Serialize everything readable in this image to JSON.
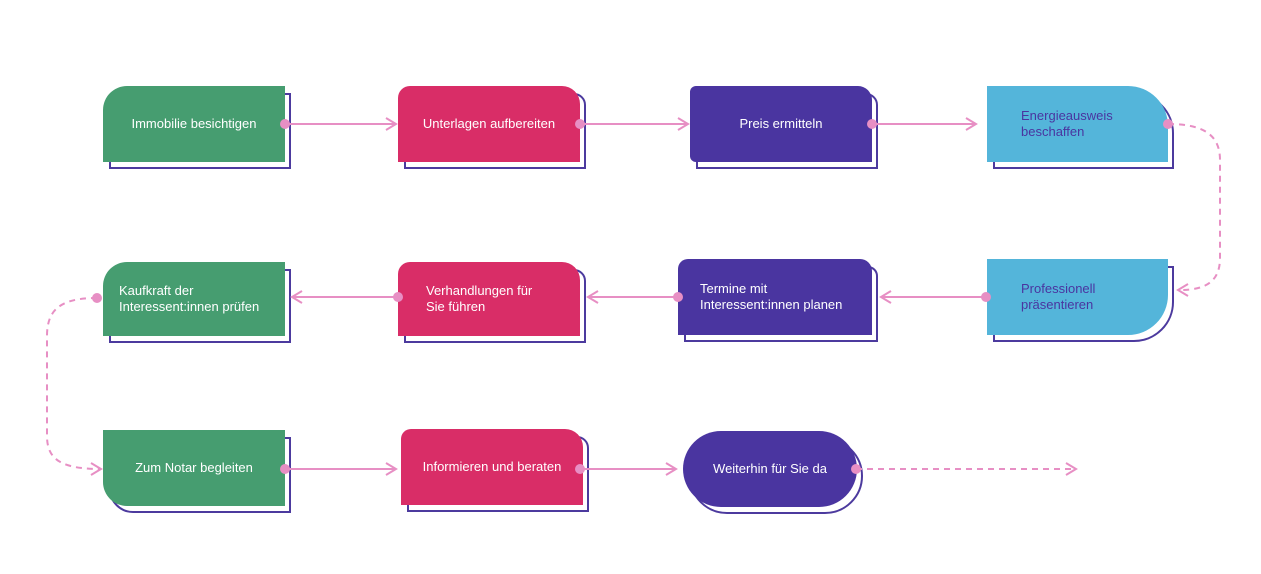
{
  "colors": {
    "green": "#469d70",
    "pink": "#d92d67",
    "purple": "#4a35a0",
    "cyan": "#54b5da",
    "outline": "#4c3a9e",
    "connector": "#e78fc4"
  },
  "steps": [
    {
      "label": "Immobilie besichtigen",
      "color": "green"
    },
    {
      "label": "Unterlagen aufbereiten",
      "color": "pink"
    },
    {
      "label": "Preis ermitteln",
      "color": "purple"
    },
    {
      "label": "Energieausweis\nbeschaffen",
      "color": "cyan"
    },
    {
      "label": "Professionell\npräsentieren",
      "color": "cyan"
    },
    {
      "label": "Termine mit\nInteressent:innen planen",
      "color": "purple"
    },
    {
      "label": "Verhandlungen für\nSie führen",
      "color": "pink"
    },
    {
      "label": "Kaufkraft der\nInteressent:innen prüfen",
      "color": "green"
    },
    {
      "label": "Zum Notar begleiten",
      "color": "green"
    },
    {
      "label": "Informieren und beraten",
      "color": "pink"
    },
    {
      "label": "Weiterhin für Sie da",
      "color": "purple"
    }
  ]
}
